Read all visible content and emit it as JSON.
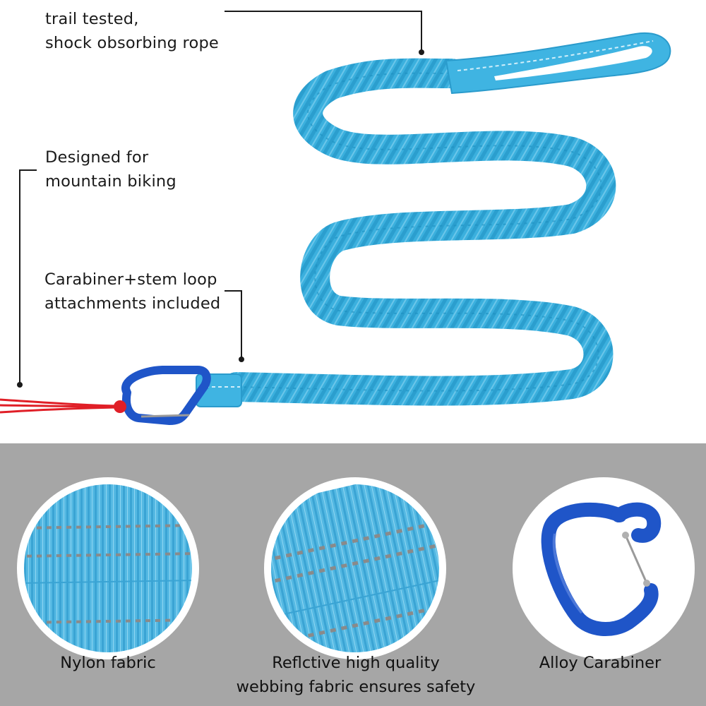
{
  "callouts": {
    "rope": {
      "line1": "trail tested,",
      "line2": "shock obsorbing rope"
    },
    "biking": {
      "line1": "Designed for",
      "line2": "mountain biking"
    },
    "attachments": {
      "line1": "Carabiner+stem loop",
      "line2": "attachments included"
    }
  },
  "features": [
    {
      "line1": "Nylon fabric",
      "line2": ""
    },
    {
      "line1": "Reflctive high quality",
      "line2": "webbing fabric ensures safety"
    },
    {
      "line1": "Alloy Carabiner",
      "line2": ""
    }
  ],
  "colors": {
    "rope": "#3bb0de",
    "rope_dark": "#1d8fc0",
    "reflective_stitch": "#9a9a9a",
    "carabiner": "#1f55c8",
    "cord": "#e01f27",
    "panel_background": "#a6a6a6",
    "leader_line": "#1a1a1a"
  }
}
